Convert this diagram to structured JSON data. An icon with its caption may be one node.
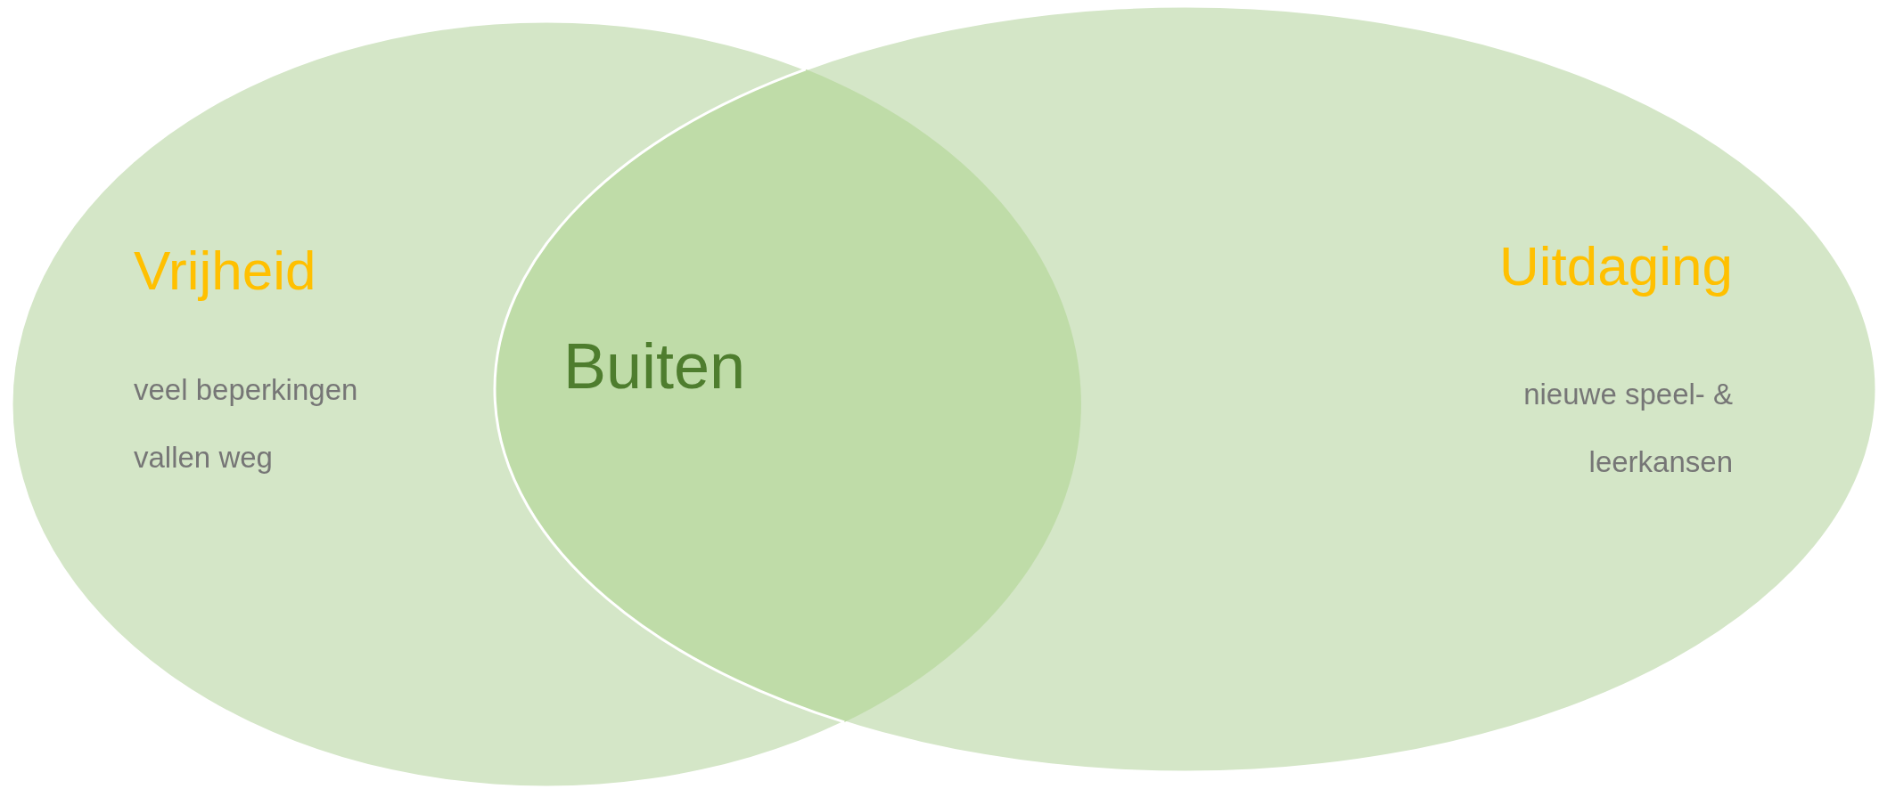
{
  "diagram": {
    "nodes": [
      {
        "text": [
          "Vrijheid",
          "veel beperkingen vallen weg"
        ]
      },
      {
        "text": [
          "Uitdaging",
          "nieuwe speel- & leerkansen"
        ]
      },
      {
        "text": [
          "Buiten"
        ]
      }
    ],
    "edges": []
  }
}
